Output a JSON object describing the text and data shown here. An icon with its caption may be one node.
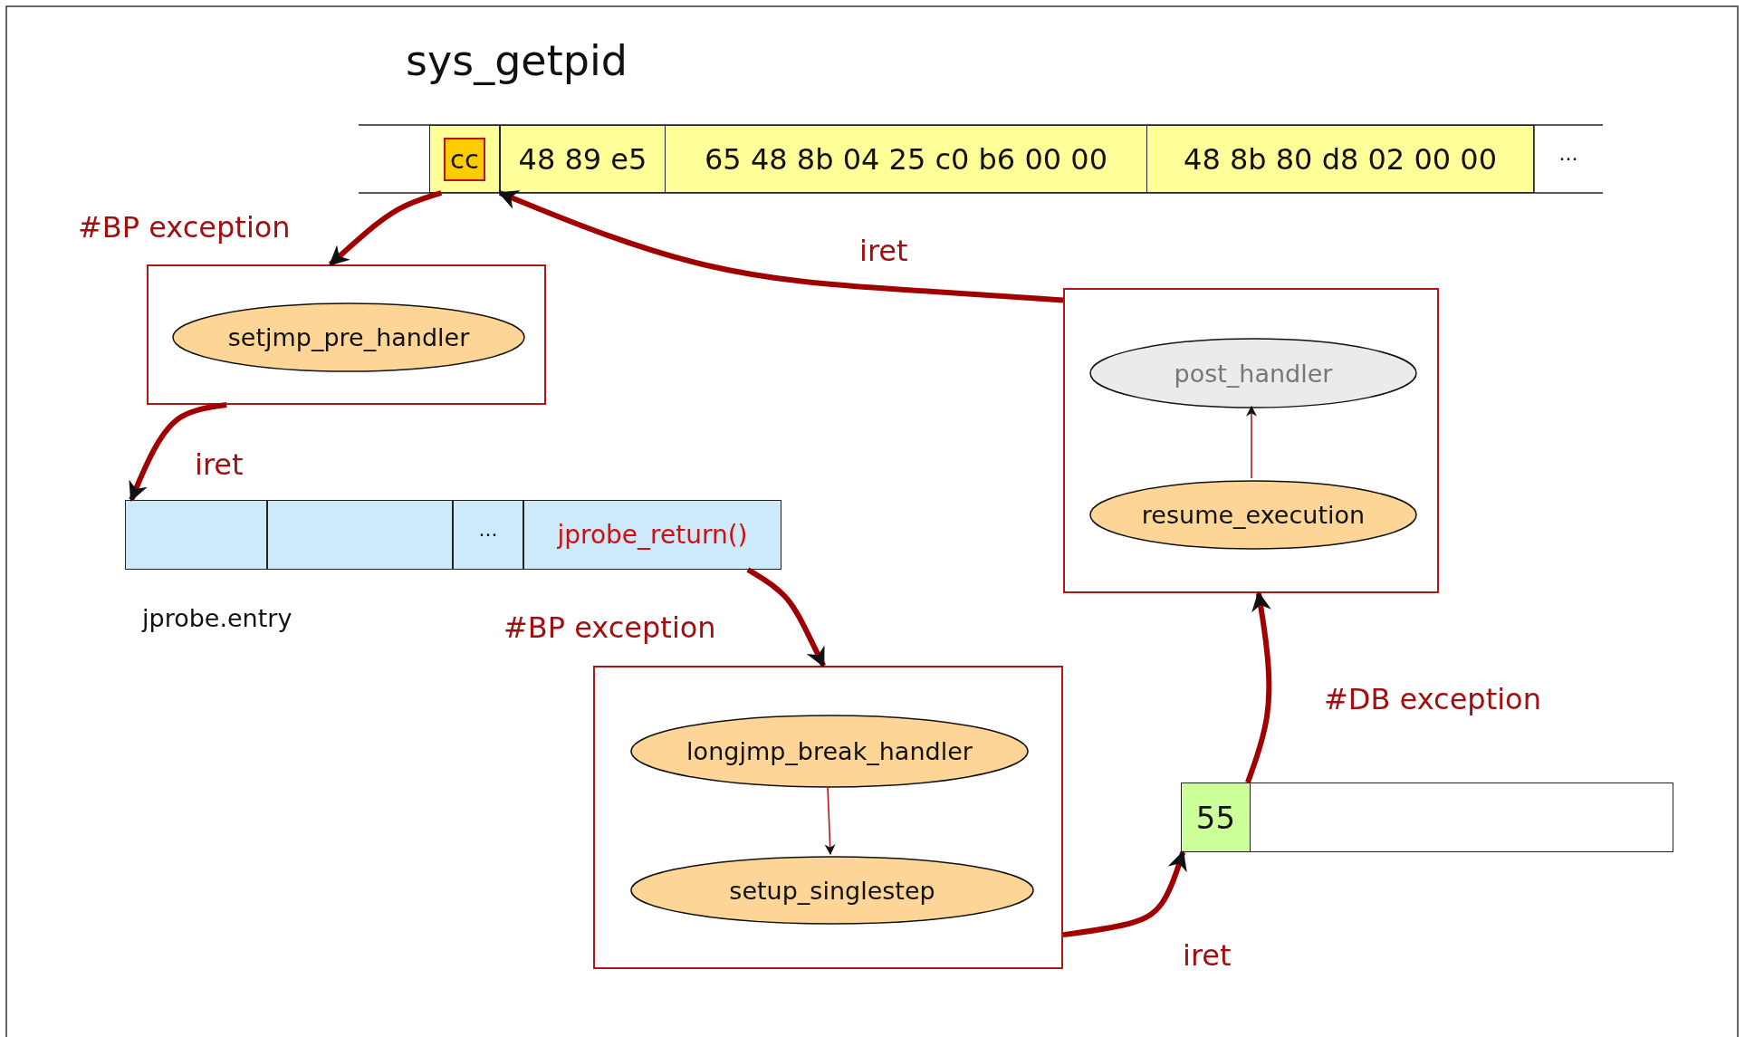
{
  "diagram": {
    "title": "sys_getpid",
    "nodes": [
      {
        "text": [
          "cc"
        ]
      },
      {
        "text": [
          "48 89 e5"
        ]
      },
      {
        "text": [
          "65 48 8b 04 25 c0 b6 00 00"
        ]
      },
      {
        "text": [
          "48 8b 80 d8 02 00 00"
        ]
      },
      {
        "text": [
          "···"
        ]
      },
      {
        "text": [],
        "shape": "box"
      },
      {
        "text": [
          "setjmp_pre_handler"
        ],
        "in": 5
      },
      {
        "text": [],
        "shape": "box"
      },
      {
        "text": [],
        "shape": "box"
      },
      {
        "text": [
          "···"
        ]
      },
      {
        "text": [
          "jprobe_return()"
        ]
      },
      {
        "text": [],
        "shape": "box"
      },
      {
        "text": [
          "longjmp_break_handler"
        ],
        "in": 11
      },
      {
        "text": [
          "setup_singlestep"
        ],
        "in": 11
      },
      {
        "text": [
          "55"
        ]
      },
      {
        "text": [],
        "shape": "box"
      },
      {
        "text": [],
        "shape": "box"
      },
      {
        "text": [
          "post_handler"
        ],
        "in": 16
      },
      {
        "text": [
          "resume_execution"
        ],
        "in": 16
      }
    ],
    "edges": [
      {
        "from": 0,
        "to": 5,
        "arrow": "to",
        "label": "#BP exception"
      },
      {
        "from": 5,
        "to": 7,
        "arrow": "to",
        "label": "iret"
      },
      {
        "from": 10,
        "to": 11,
        "arrow": "to",
        "label": "#BP exception"
      },
      {
        "from": 12,
        "to": 13,
        "arrow": "to"
      },
      {
        "from": 11,
        "to": 14,
        "arrow": "to",
        "label": "iret"
      },
      {
        "from": 14,
        "to": 16,
        "arrow": "to",
        "label": "#DB exception"
      },
      {
        "from": 18,
        "to": 17,
        "arrow": "to"
      },
      {
        "from": 16,
        "to": 0,
        "arrow": "to",
        "label": "iret"
      }
    ],
    "labels": [
      "jprobe.entry"
    ]
  }
}
